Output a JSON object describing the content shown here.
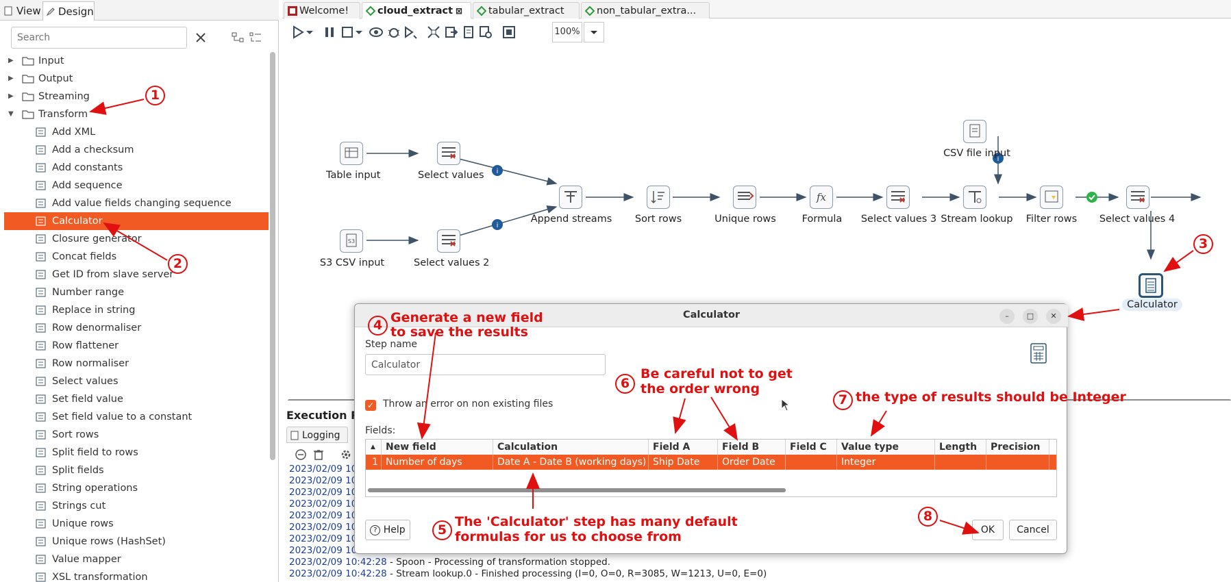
{
  "left_tabs": {
    "view": "View",
    "design": "Design"
  },
  "search": {
    "placeholder": "Search"
  },
  "tree": {
    "folders": [
      "Input",
      "Output",
      "Streaming",
      "Transform"
    ],
    "transform_steps": [
      "Add XML",
      "Add a checksum",
      "Add constants",
      "Add sequence",
      "Add value fields changing sequence",
      "Calculator",
      "Closure generator",
      "Concat fields",
      "Get ID from slave server",
      "Number range",
      "Replace in string",
      "Row denormaliser",
      "Row flattener",
      "Row normaliser",
      "Select values",
      "Set field value",
      "Set field value to a constant",
      "Sort rows",
      "Split field to rows",
      "Split fields",
      "String operations",
      "Strings cut",
      "Unique rows",
      "Unique rows (HashSet)",
      "Value mapper",
      "XSL transformation"
    ],
    "selected": "Calculator"
  },
  "editor_tabs": [
    "Welcome!",
    "cloud_extract",
    "tabular_extract",
    "non_tabular_extra..."
  ],
  "active_tab": "cloud_extract",
  "toolbar": {
    "zoom": "100%"
  },
  "canvas_nodes": {
    "table_input": "Table input",
    "select_values": "Select values",
    "s3_csv_input": "S3 CSV input",
    "select_values_2": "Select values 2",
    "append_streams": "Append streams",
    "sort_rows": "Sort rows",
    "unique_rows": "Unique rows",
    "formula": "Formula",
    "select_values_3": "Select values 3",
    "stream_lookup": "Stream lookup",
    "csv_file_input": "CSV file input",
    "filter_rows": "Filter rows",
    "select_values_4": "Select values 4",
    "calculator": "Calculator"
  },
  "execution": {
    "title": "Execution R",
    "log_tab": "Logging",
    "lines": [
      {
        "ts": "2023/02/09 10",
        "msg": ""
      },
      {
        "ts": "2023/02/09 10",
        "msg": ""
      },
      {
        "ts": "2023/02/09 10",
        "msg": ""
      },
      {
        "ts": "2023/02/09 10",
        "msg": ""
      },
      {
        "ts": "2023/02/09 10",
        "msg": ""
      },
      {
        "ts": "2023/02/09 10",
        "msg": ""
      },
      {
        "ts": "2023/02/09 10",
        "msg": ""
      },
      {
        "ts": "2023/02/09 10",
        "msg": ""
      },
      {
        "ts": "2023/02/09 10:42:28",
        "msg": " - Spoon - Processing of transformation stopped."
      },
      {
        "ts": "2023/02/09 10:42:28",
        "msg": " - Stream lookup.0 - Finished processing (I=0, O=0, R=3085, W=1213, U=0, E=0)"
      }
    ]
  },
  "dialog": {
    "title": "Calculator",
    "step_name_label": "Step name",
    "step_name_value": "Calculator",
    "checkbox_label": "Throw an error on non existing files",
    "fields_label": "Fields:",
    "columns": [
      "New field",
      "Calculation",
      "Field A",
      "Field B",
      "Field C",
      "Value type",
      "Length",
      "Precision"
    ],
    "row": {
      "index": "1",
      "new_field": "Number of days",
      "calculation": "Date A - Date B (working days)",
      "field_a": "Ship Date",
      "field_b": "Order Date",
      "field_c": "",
      "value_type": "Integer",
      "length": "",
      "precision": ""
    },
    "help": "Help",
    "ok": "OK",
    "cancel": "Cancel"
  },
  "annotations": {
    "n1": "1",
    "n2": "2",
    "n3": "3",
    "n4": "4",
    "n5": "5",
    "n6": "6",
    "n7": "7",
    "n8": "8",
    "a4_line1": "Generate a new field",
    "a4_line2": "to save the results",
    "a5_line1": "The 'Calculator' step has many default",
    "a5_line2": "formulas for us to choose from",
    "a6_line1": "Be careful not to get",
    "a6_line2": "the order wrong",
    "a7": "the type of results should be Integer"
  },
  "colors": {
    "accent": "#f15a22",
    "annotation": "#e01010",
    "log_ts": "#1a3f9a"
  }
}
